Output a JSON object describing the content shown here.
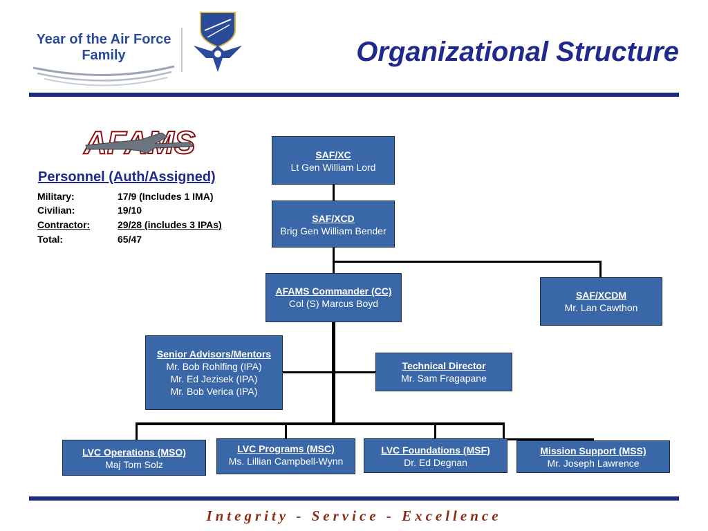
{
  "header": {
    "brand_line1": "Year of the Air Force",
    "brand_line2": "Family",
    "title": "Organizational Structure"
  },
  "logo": {
    "text": "AFAMS"
  },
  "personnel": {
    "title": "Personnel (Auth/Assigned)",
    "rows": [
      {
        "label": "Military:",
        "value": "17/9 (Includes 1 IMA)"
      },
      {
        "label": "Civilian:",
        "value": "19/10"
      },
      {
        "label": "Contractor:",
        "value": "29/28 (includes 3 IPAs)"
      },
      {
        "label": "Total:",
        "value": "65/47"
      }
    ]
  },
  "org": {
    "saf_xc": {
      "title": "SAF/XC",
      "lines": [
        "Lt Gen William Lord"
      ]
    },
    "saf_xcd": {
      "title": "SAF/XCD",
      "lines": [
        "Brig Gen William Bender"
      ]
    },
    "afams_cc": {
      "title": "AFAMS Commander (CC)",
      "lines": [
        "Col (S) Marcus Boyd"
      ]
    },
    "saf_xcdm": {
      "title": "SAF/XCDM",
      "lines": [
        "Mr. Lan Cawthon"
      ]
    },
    "senior_advisors": {
      "title": "Senior Advisors/Mentors",
      "lines": [
        "Mr. Bob Rohlfing (IPA)",
        "Mr. Ed Jezisek (IPA)",
        "Mr. Bob Verica (IPA)"
      ]
    },
    "technical_director": {
      "title": "Technical Director",
      "lines": [
        "Mr. Sam Fragapane"
      ]
    },
    "lvc_operations": {
      "title": "LVC Operations (MSO)",
      "lines": [
        "Maj Tom Solz"
      ]
    },
    "lvc_programs": {
      "title": "LVC Programs (MSC)",
      "lines": [
        "Ms. Lillian Campbell-Wynn"
      ]
    },
    "lvc_foundations": {
      "title": "LVC Foundations (MSF)",
      "lines": [
        "Dr. Ed Degnan"
      ]
    },
    "mission_support": {
      "title": "Mission Support (MSS)",
      "lines": [
        "Mr. Joseph Lawrence"
      ]
    }
  },
  "footer": {
    "motto": "Integrity - Service - Excellence"
  },
  "colors": {
    "box_fill": "#3a67a8",
    "title_blue": "#1f2a8c",
    "rule": "#1e2a7a",
    "motto": "#8b2d12"
  }
}
